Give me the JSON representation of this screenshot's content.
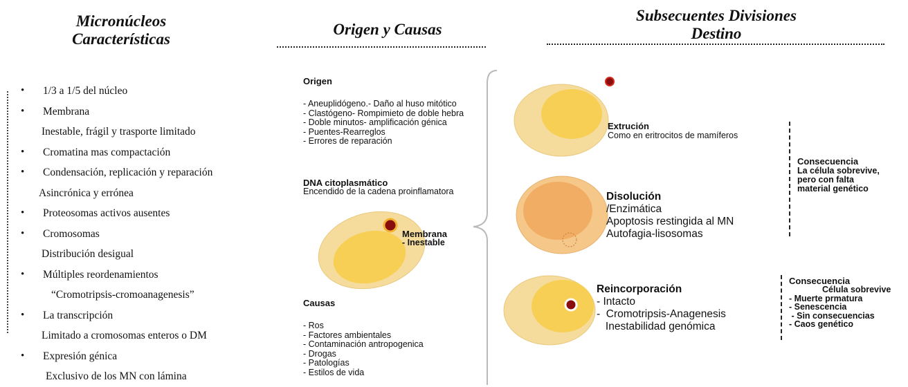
{
  "headers": {
    "col1_line1": "Micronúcleos",
    "col1_line2": "Características",
    "col2": "Origen y Causas",
    "col3_line1": "Subsecuentes Divisiones",
    "col3_line2": "Destino"
  },
  "features": [
    {
      "type": "bullet",
      "text": "1/3 a 1/5 del núcleo"
    },
    {
      "type": "bullet",
      "text": "Membrana"
    },
    {
      "type": "sub",
      "text": "Inestable, frágil  y trasporte limitado"
    },
    {
      "type": "bullet",
      "text": "Cromatina mas compactación"
    },
    {
      "type": "bullet",
      "text": "Condensación, replicación y reparación"
    },
    {
      "type": "sub",
      "text": "Asincrónica y errónea"
    },
    {
      "type": "bullet",
      "text": "Proteosomas activos ausentes"
    },
    {
      "type": "bullet",
      "text": "Cromosomas"
    },
    {
      "type": "sub",
      "text": "Distribución desigual"
    },
    {
      "type": "bullet",
      "text": "Múltiples  reordenamientos"
    },
    {
      "type": "sub",
      "text": "“Cromotripsis-cromoanagenesis”"
    },
    {
      "type": "bullet",
      "text": "La transcripción"
    },
    {
      "type": "sub",
      "text": "Limitado a cromosomas enteros o DM"
    },
    {
      "type": "bullet",
      "text": "Expresión génica"
    },
    {
      "type": "sub",
      "text": "Exclusivo de los MN con lámina"
    }
  ],
  "origen": {
    "title": "Origen",
    "items": [
      "- Aneuplidógeno.- Daño al huso mitótico",
      "- Clastógeno- Rompimieto de doble hebra",
      "- Doble minutos- amplificación génica",
      "- Puentes-Rearreglos",
      "- Errores de reparación"
    ]
  },
  "dna": {
    "title": "DNA citoplasmático",
    "text": "Encendido de la cadena proinflamatora"
  },
  "membrana": {
    "title": "Membrana",
    "text": "- Inestable"
  },
  "causas": {
    "title": "Causas",
    "items": [
      "- Ros",
      "- Factores ambientales",
      "- Contaminación antropogenica",
      "-  Drogas",
      "- Patologías",
      "- Estilos de vida"
    ]
  },
  "extrusion": {
    "title": "Extrución",
    "text": "Como en eritrocitos de mamíferos"
  },
  "consecuencia1": {
    "title": "Consecuencia",
    "lines": [
      "La célula sobrevive,",
      "pero con falta",
      "material genético"
    ]
  },
  "disolucion": {
    "title": "Disolución",
    "lines": [
      "/Enzimática",
      "Apoptosis restingida al MN",
      "Autofagia-lisosomas"
    ]
  },
  "reincorporacion": {
    "title": "Reincorporación",
    "lines": [
      "- Intacto",
      "-  Cromotripsis-Anagenesis",
      "   Inestabilidad genómica"
    ]
  },
  "consecuencia2": {
    "title": "Consecuencia",
    "lines": [
      "Célula sobrevive",
      "- Muerte prmatura",
      "- Senescencia",
      " - Sin consecuencias",
      "- Caos genético"
    ]
  },
  "colors": {
    "cell_outer": "#f6dc9c",
    "cell_inner": "#f7cf55",
    "disol_outer": "#f5c88a",
    "disol_inner": "#f1ad63",
    "micronucleus": "#8a0d0d"
  }
}
